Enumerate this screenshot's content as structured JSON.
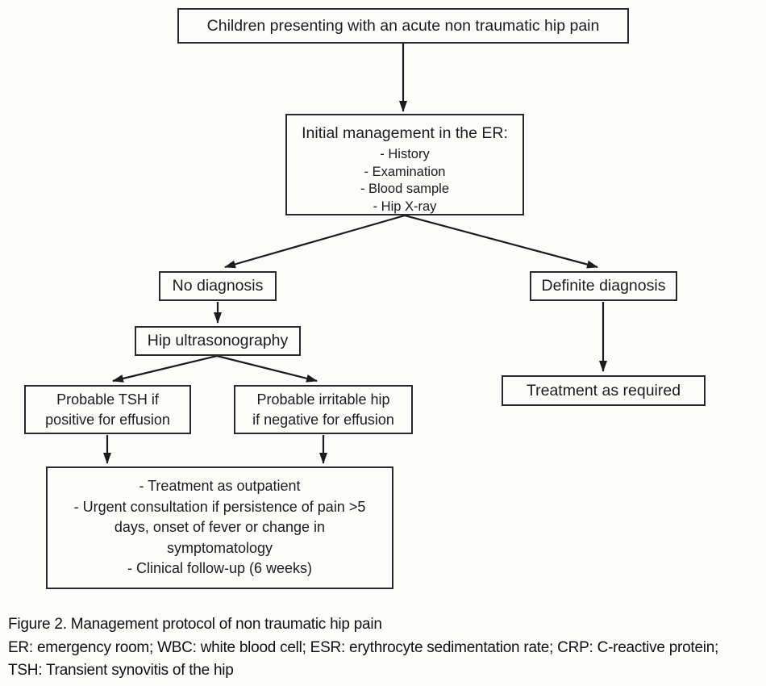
{
  "colors": {
    "background": "#fdfdfb",
    "box_border": "#2a2a2a",
    "arrow_line": "#1c1c1c",
    "text": "#1c1c1c"
  },
  "nodes": {
    "presenting": {
      "text": "Children presenting with an acute non traumatic hip pain"
    },
    "initial": {
      "title": "Initial management in the ER:",
      "items": [
        "- History",
        "- Examination",
        "- Blood sample",
        "- Hip X-ray"
      ]
    },
    "no_diagnosis": {
      "text": "No diagnosis"
    },
    "definite_diagnosis": {
      "text": "Definite diagnosis"
    },
    "hip_ultrasonography": {
      "text": "Hip ultrasonography"
    },
    "probable_tsh": {
      "lines": [
        "Probable TSH if",
        "positive for effusion"
      ]
    },
    "probable_irritable": {
      "lines": [
        "Probable irritable hip",
        "if negative for effusion"
      ]
    },
    "outcome": {
      "lines": [
        "- Treatment as outpatient",
        "- Urgent consultation if persistence of pain >5",
        "days, onset of fever or change in",
        "symptomatology",
        "- Clinical follow-up (6 weeks)"
      ]
    },
    "treatment_required": {
      "text": "Treatment as required"
    }
  },
  "edges": [
    {
      "from": "presenting",
      "to": "initial"
    },
    {
      "from": "initial",
      "to": "no_diagnosis"
    },
    {
      "from": "initial",
      "to": "definite_diagnosis"
    },
    {
      "from": "no_diagnosis",
      "to": "hip_ultrasonography"
    },
    {
      "from": "hip_ultrasonography",
      "to": "probable_tsh"
    },
    {
      "from": "hip_ultrasonography",
      "to": "probable_irritable"
    },
    {
      "from": "probable_tsh",
      "to": "outcome"
    },
    {
      "from": "probable_irritable",
      "to": "outcome"
    },
    {
      "from": "definite_diagnosis",
      "to": "treatment_required"
    }
  ],
  "caption": {
    "line1": "Figure 2. Management protocol of non traumatic hip pain",
    "line2": "ER: emergency room; WBC: white blood cell; ESR: erythrocyte sedimentation rate; CRP: C-reactive protein;",
    "line3": "TSH: Transient synovitis of the hip"
  }
}
